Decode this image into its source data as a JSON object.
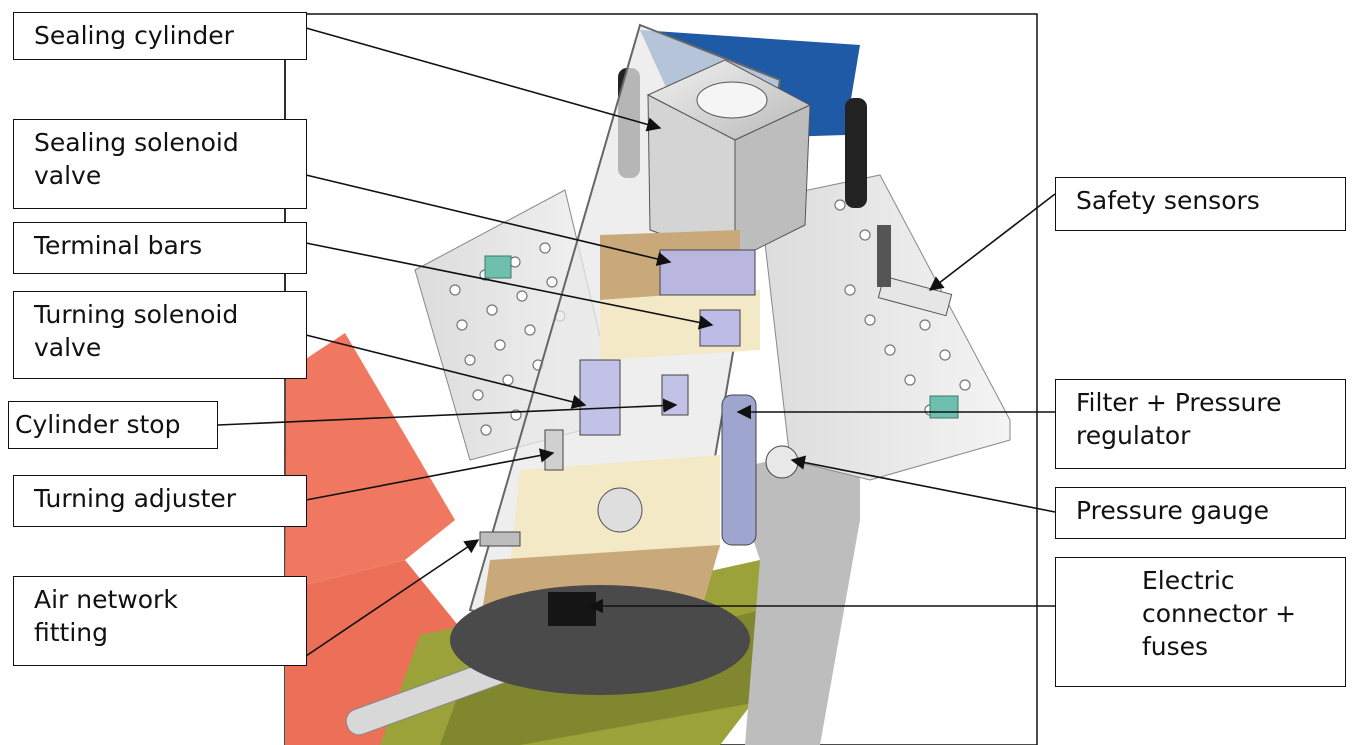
{
  "labels": {
    "sealing_cylinder": "Sealing cylinder",
    "sealing_solenoid_valve": "Sealing solenoid\nvalve",
    "terminal_bars": "Terminal bars",
    "turning_solenoid_valve": "Turning solenoid\nvalve",
    "cylinder_stop": "Cylinder stop",
    "turning_adjuster": "Turning adjuster",
    "air_network_fitting": "Air network\nfitting",
    "safety_sensors": "Safety sensors",
    "filter_pressure_regulator": "Filter + Pressure\nregulator",
    "pressure_gauge": "Pressure gauge",
    "electric_connector_fuses": "Electric\nconnector +\nfuses"
  },
  "colors": {
    "machine_body": "#d8d8d8",
    "frame_panel": "#e8e8e8",
    "accent_red": "#f07860",
    "accent_olive": "#9ca23a",
    "accent_blue": "#1f5aa6",
    "accent_cream": "#f3e9c6",
    "accent_tan": "#c9a97a",
    "arrow": "#111111"
  }
}
